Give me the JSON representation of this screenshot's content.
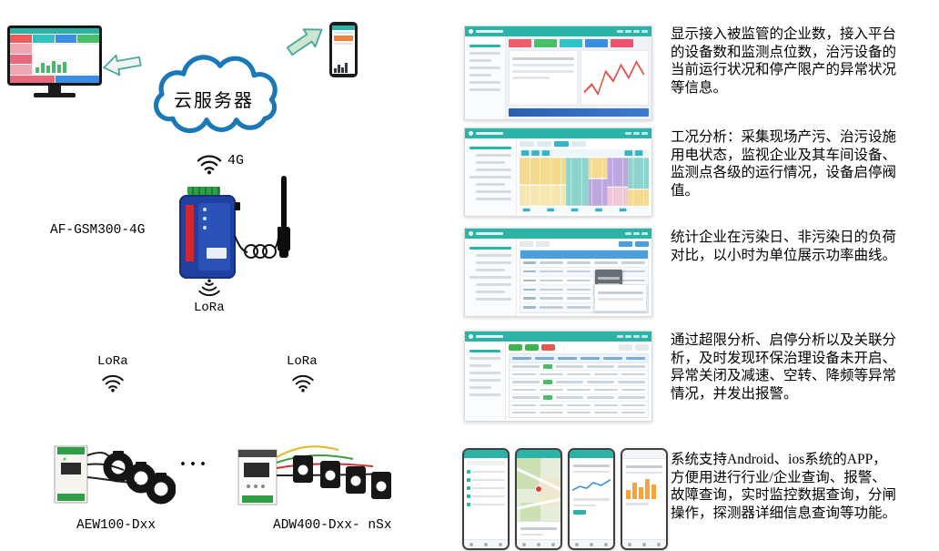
{
  "colors": {
    "cloud_outline": "#1878b8",
    "app_header_teal": "#2cb3a8",
    "accent_blue": "#3a8ee6",
    "alarm_green": "#3bb54a",
    "alarm_red": "#e8574f"
  },
  "icons": {
    "wifi_4g": "wifi-icon",
    "wifi_lora_gateway": "wifi-icon",
    "wifi_lora_left": "wifi-icon",
    "wifi_lora_right": "wifi-icon",
    "cloud": "cloud-server-shape",
    "arrow_to_monitor": "block-arrow",
    "arrow_to_phone": "block-arrow"
  },
  "diagram": {
    "cloud_label": "云服务器",
    "link_4g_label": "4G",
    "lora_gateway_label": "LoRa",
    "lora_left_label": "LoRa",
    "lora_right_label": "LoRa",
    "gateway_label": "AF-GSM300-4G",
    "meter_left_label": "AEW100-Dxx",
    "meter_right_label": "ADW400-Dxx- nSx",
    "ellipsis": "···"
  },
  "features": [
    {
      "description": "显示接入被监管的企业数，接入平台的设备数和监测点位数，治污设备的当前运行状况和停产限产的异常状况等信息。"
    },
    {
      "description": "工况分析：采集现场产污、治污设施用电状态，监视企业及其车间设备、监测点各级的运行情况，设备启停阀值。"
    },
    {
      "description": "统计企业在污染日、非污染日的负荷对比，以小时为单位展示功率曲线。"
    },
    {
      "description": "通过超限分析、启停分析以及关联分析，及时发现环保治理设备未开启、异常关闭及减速、空转、降频等异常情况，并发出报警。"
    },
    {
      "description": "系统支持Android、ios系统的APP，方便用进行行业/企业查询、报警、故障查询，实时监控数据查询，分闸操作，探测器详细信息查询等功能。"
    }
  ]
}
